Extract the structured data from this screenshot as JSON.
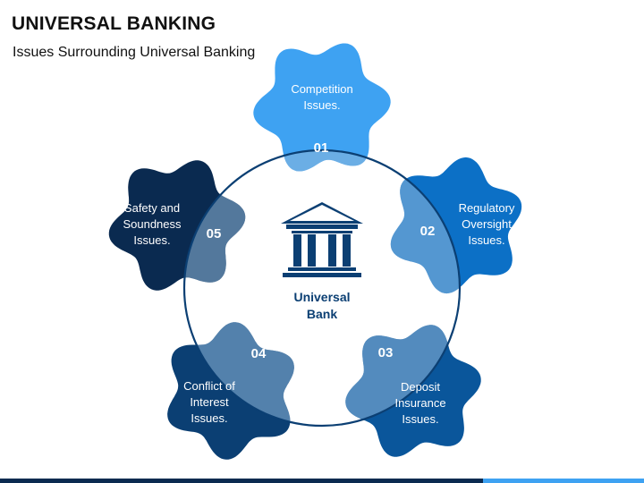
{
  "header": {
    "title": "UNIVERSAL BANKING",
    "subtitle": "Issues Surrounding Universal Banking"
  },
  "center": {
    "label_line1": "Universal",
    "label_line2": "Bank",
    "icon": "bank-building-icon"
  },
  "issues": [
    {
      "number": "01",
      "line1": "Competition",
      "line2": "Issues.",
      "line3": "",
      "color": "#3EA2F2"
    },
    {
      "number": "02",
      "line1": "Regulatory",
      "line2": "Oversight",
      "line3": "Issues.",
      "color": "#0C70C6"
    },
    {
      "number": "03",
      "line1": "Deposit",
      "line2": "Insurance",
      "line3": "Issues.",
      "color": "#0A569B"
    },
    {
      "number": "04",
      "line1": "Conflict of",
      "line2": "Interest",
      "line3": "Issues.",
      "color": "#0B3F73"
    },
    {
      "number": "05",
      "line1": "Safety and",
      "line2": "Soundness",
      "line3": "Issues.",
      "color": "#0A2A50"
    }
  ],
  "colors": {
    "ring": "#0B3F73",
    "overlap": "#8FB8DB",
    "bar_dark": "#0A2A50",
    "bar_light": "#3EA2F2"
  }
}
